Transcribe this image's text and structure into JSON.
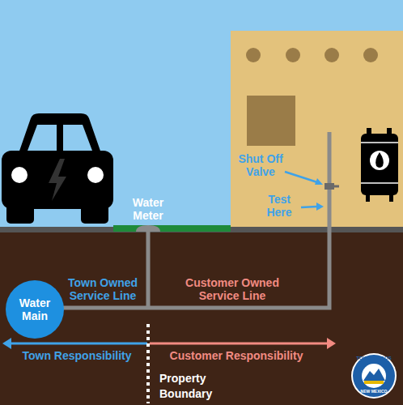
{
  "diagram": {
    "nodes": [
      {
        "text": [
          "Water Main"
        ]
      }
    ],
    "labels": [
      "Water Meter",
      "Shut Off Valve",
      "Test Here",
      "Town Owned Service Line",
      "Customer Owned Service Line",
      "Town Responsibility",
      "Customer Responsibility",
      "Property Boundary",
      "TOWN of TAOS",
      "NEW MEXICO"
    ]
  }
}
